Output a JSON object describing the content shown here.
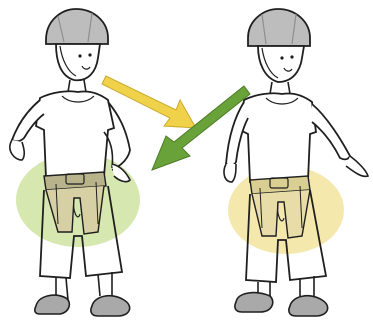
{
  "illustration": {
    "figures": [
      {
        "side": "left",
        "highlight_color": "#cfe3a1",
        "highlight_opacity": 0.85
      },
      {
        "side": "right",
        "highlight_color": "#f4e6a4",
        "highlight_opacity": 0.9
      }
    ],
    "arrows": [
      {
        "name": "yellow-arrow",
        "color": "#f0d24a",
        "direction": "down-right"
      },
      {
        "name": "green-arrow",
        "color": "#6aa23a",
        "direction": "down-left"
      }
    ],
    "colors": {
      "outline": "#1f1f1f",
      "helmet": "#bdbdbd",
      "shoes": "#a9a9a9",
      "harness": "#b9b38b"
    }
  }
}
